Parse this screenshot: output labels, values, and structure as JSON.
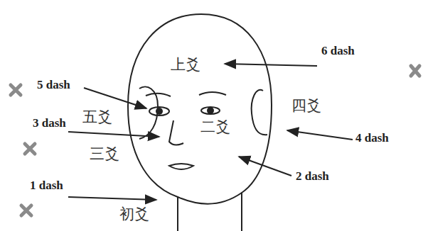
{
  "diagram": {
    "labels": [
      "上爻",
      "6 dash",
      "5 dash",
      "四爻",
      "3 dash",
      "五爻",
      "二爻",
      "4 dash",
      "三爻",
      "2 dash",
      "1 dash",
      "初爻"
    ]
  }
}
